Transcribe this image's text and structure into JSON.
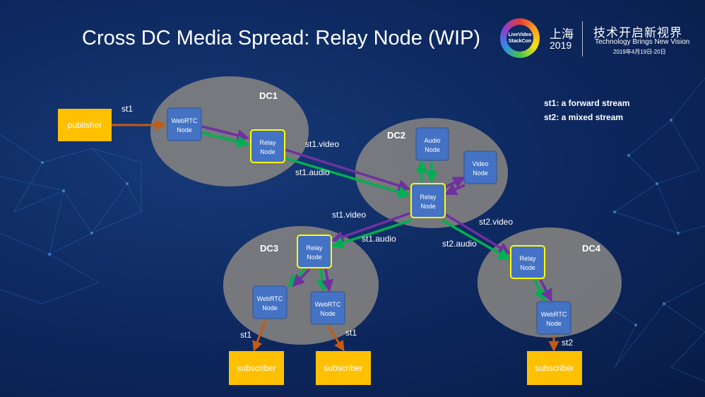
{
  "title": "Cross DC Media Spread: Relay Node (WIP)",
  "branding": {
    "logo_text": "LiveVideo StackCon",
    "city": "上海",
    "year": "2019",
    "cn_title": "技术开启新视界",
    "en_title": "Technology Brings New Vision",
    "date": "2019年4月19日-20日"
  },
  "legend": {
    "st1": "st1: a forward stream",
    "st2": "st2: a mixed stream"
  },
  "colors": {
    "dc_fill": "#7f7f7f",
    "node_fill": "#4472c4",
    "relay_border": "#ffff00",
    "endpoint_fill": "#ffc000",
    "video_arrow": "#7030a0",
    "audio_arrow": "#00b050",
    "stream_arrow": "#c55a11"
  },
  "diagram": {
    "datacenters": [
      {
        "id": "dc1",
        "label": "DC1"
      },
      {
        "id": "dc2",
        "label": "DC2"
      },
      {
        "id": "dc3",
        "label": "DC3"
      },
      {
        "id": "dc4",
        "label": "DC4"
      }
    ],
    "nodes": [
      {
        "id": "dc1-webrtc",
        "dc": "dc1",
        "kind": "webrtc",
        "line1": "WebRTC",
        "line2": "Node"
      },
      {
        "id": "dc1-relay",
        "dc": "dc1",
        "kind": "relay",
        "line1": "Relay",
        "line2": "Node"
      },
      {
        "id": "dc2-audio",
        "dc": "dc2",
        "kind": "audio",
        "line1": "Audio",
        "line2": "Node"
      },
      {
        "id": "dc2-video",
        "dc": "dc2",
        "kind": "video",
        "line1": "Video",
        "line2": "Node"
      },
      {
        "id": "dc2-relay",
        "dc": "dc2",
        "kind": "relay",
        "line1": "Relay",
        "line2": "Node"
      },
      {
        "id": "dc3-relay",
        "dc": "dc3",
        "kind": "relay",
        "line1": "Relay",
        "line2": "Node"
      },
      {
        "id": "dc3-webrtc-a",
        "dc": "dc3",
        "kind": "webrtc",
        "line1": "WebRTC",
        "line2": "Node"
      },
      {
        "id": "dc3-webrtc-b",
        "dc": "dc3",
        "kind": "webrtc",
        "line1": "WebRTC",
        "line2": "Node"
      },
      {
        "id": "dc4-relay",
        "dc": "dc4",
        "kind": "relay",
        "line1": "Relay",
        "line2": "Node"
      },
      {
        "id": "dc4-webrtc",
        "dc": "dc4",
        "kind": "webrtc",
        "line1": "WebRTC",
        "line2": "Node"
      }
    ],
    "endpoints": [
      {
        "id": "publisher",
        "label": "publisher"
      },
      {
        "id": "subscriber-a",
        "label": "subscriber"
      },
      {
        "id": "subscriber-b",
        "label": "subscriber"
      },
      {
        "id": "subscriber-c",
        "label": "subscriber"
      }
    ],
    "links": [
      {
        "id": "publisher-to-webrtc",
        "from": "publisher",
        "to": "dc1-webrtc",
        "kind": "stream",
        "label": "st1"
      },
      {
        "id": "dc1-video-internal",
        "from": "dc1-webrtc",
        "to": "dc1-relay",
        "kind": "video",
        "label": ""
      },
      {
        "id": "dc1-audio-internal",
        "from": "dc1-webrtc",
        "to": "dc1-relay",
        "kind": "audio",
        "label": ""
      },
      {
        "id": "dc1-dc2-video",
        "from": "dc1-relay",
        "to": "dc2-relay",
        "kind": "video",
        "label": "st1.video"
      },
      {
        "id": "dc1-dc2-audio",
        "from": "dc1-relay",
        "to": "dc2-relay",
        "kind": "audio",
        "label": "st1.audio"
      },
      {
        "id": "dc2-relay-audio-up",
        "from": "dc2-relay",
        "to": "dc2-audio",
        "kind": "audio",
        "label": ""
      },
      {
        "id": "dc2-audio-down",
        "from": "dc2-audio",
        "to": "dc2-relay",
        "kind": "audio",
        "label": ""
      },
      {
        "id": "dc2-relay-video-up",
        "from": "dc2-relay",
        "to": "dc2-video",
        "kind": "video",
        "label": ""
      },
      {
        "id": "dc2-video-down",
        "from": "dc2-video",
        "to": "dc2-relay",
        "kind": "video",
        "label": ""
      },
      {
        "id": "dc2-dc3-video",
        "from": "dc2-relay",
        "to": "dc3-relay",
        "kind": "video",
        "label": "st1.video"
      },
      {
        "id": "dc2-dc3-audio",
        "from": "dc2-relay",
        "to": "dc3-relay",
        "kind": "audio",
        "label": "st1.audio"
      },
      {
        "id": "dc2-dc4-video",
        "from": "dc2-relay",
        "to": "dc4-relay",
        "kind": "video",
        "label": "st2.video"
      },
      {
        "id": "dc2-dc4-audio",
        "from": "dc2-relay",
        "to": "dc4-relay",
        "kind": "audio",
        "label": "st2.audio"
      },
      {
        "id": "dc3-a-audio",
        "from": "dc3-relay",
        "to": "dc3-webrtc-a",
        "kind": "audio",
        "label": ""
      },
      {
        "id": "dc3-a-video",
        "from": "dc3-relay",
        "to": "dc3-webrtc-a",
        "kind": "video",
        "label": ""
      },
      {
        "id": "dc3-b-audio",
        "from": "dc3-relay",
        "to": "dc3-webrtc-b",
        "kind": "audio",
        "label": ""
      },
      {
        "id": "dc3-b-video",
        "from": "dc3-relay",
        "to": "dc3-webrtc-b",
        "kind": "video",
        "label": ""
      },
      {
        "id": "dc4-audio-internal",
        "from": "dc4-relay",
        "to": "dc4-webrtc",
        "kind": "audio",
        "label": ""
      },
      {
        "id": "dc4-video-internal",
        "from": "dc4-relay",
        "to": "dc4-webrtc",
        "kind": "video",
        "label": ""
      },
      {
        "id": "dc3-a-to-sub",
        "from": "dc3-webrtc-a",
        "to": "subscriber-a",
        "kind": "stream",
        "label": "st1"
      },
      {
        "id": "dc3-b-to-sub",
        "from": "dc3-webrtc-b",
        "to": "subscriber-b",
        "kind": "stream",
        "label": "st1"
      },
      {
        "id": "dc4-to-sub",
        "from": "dc4-webrtc",
        "to": "subscriber-c",
        "kind": "stream",
        "label": "st2"
      }
    ]
  }
}
